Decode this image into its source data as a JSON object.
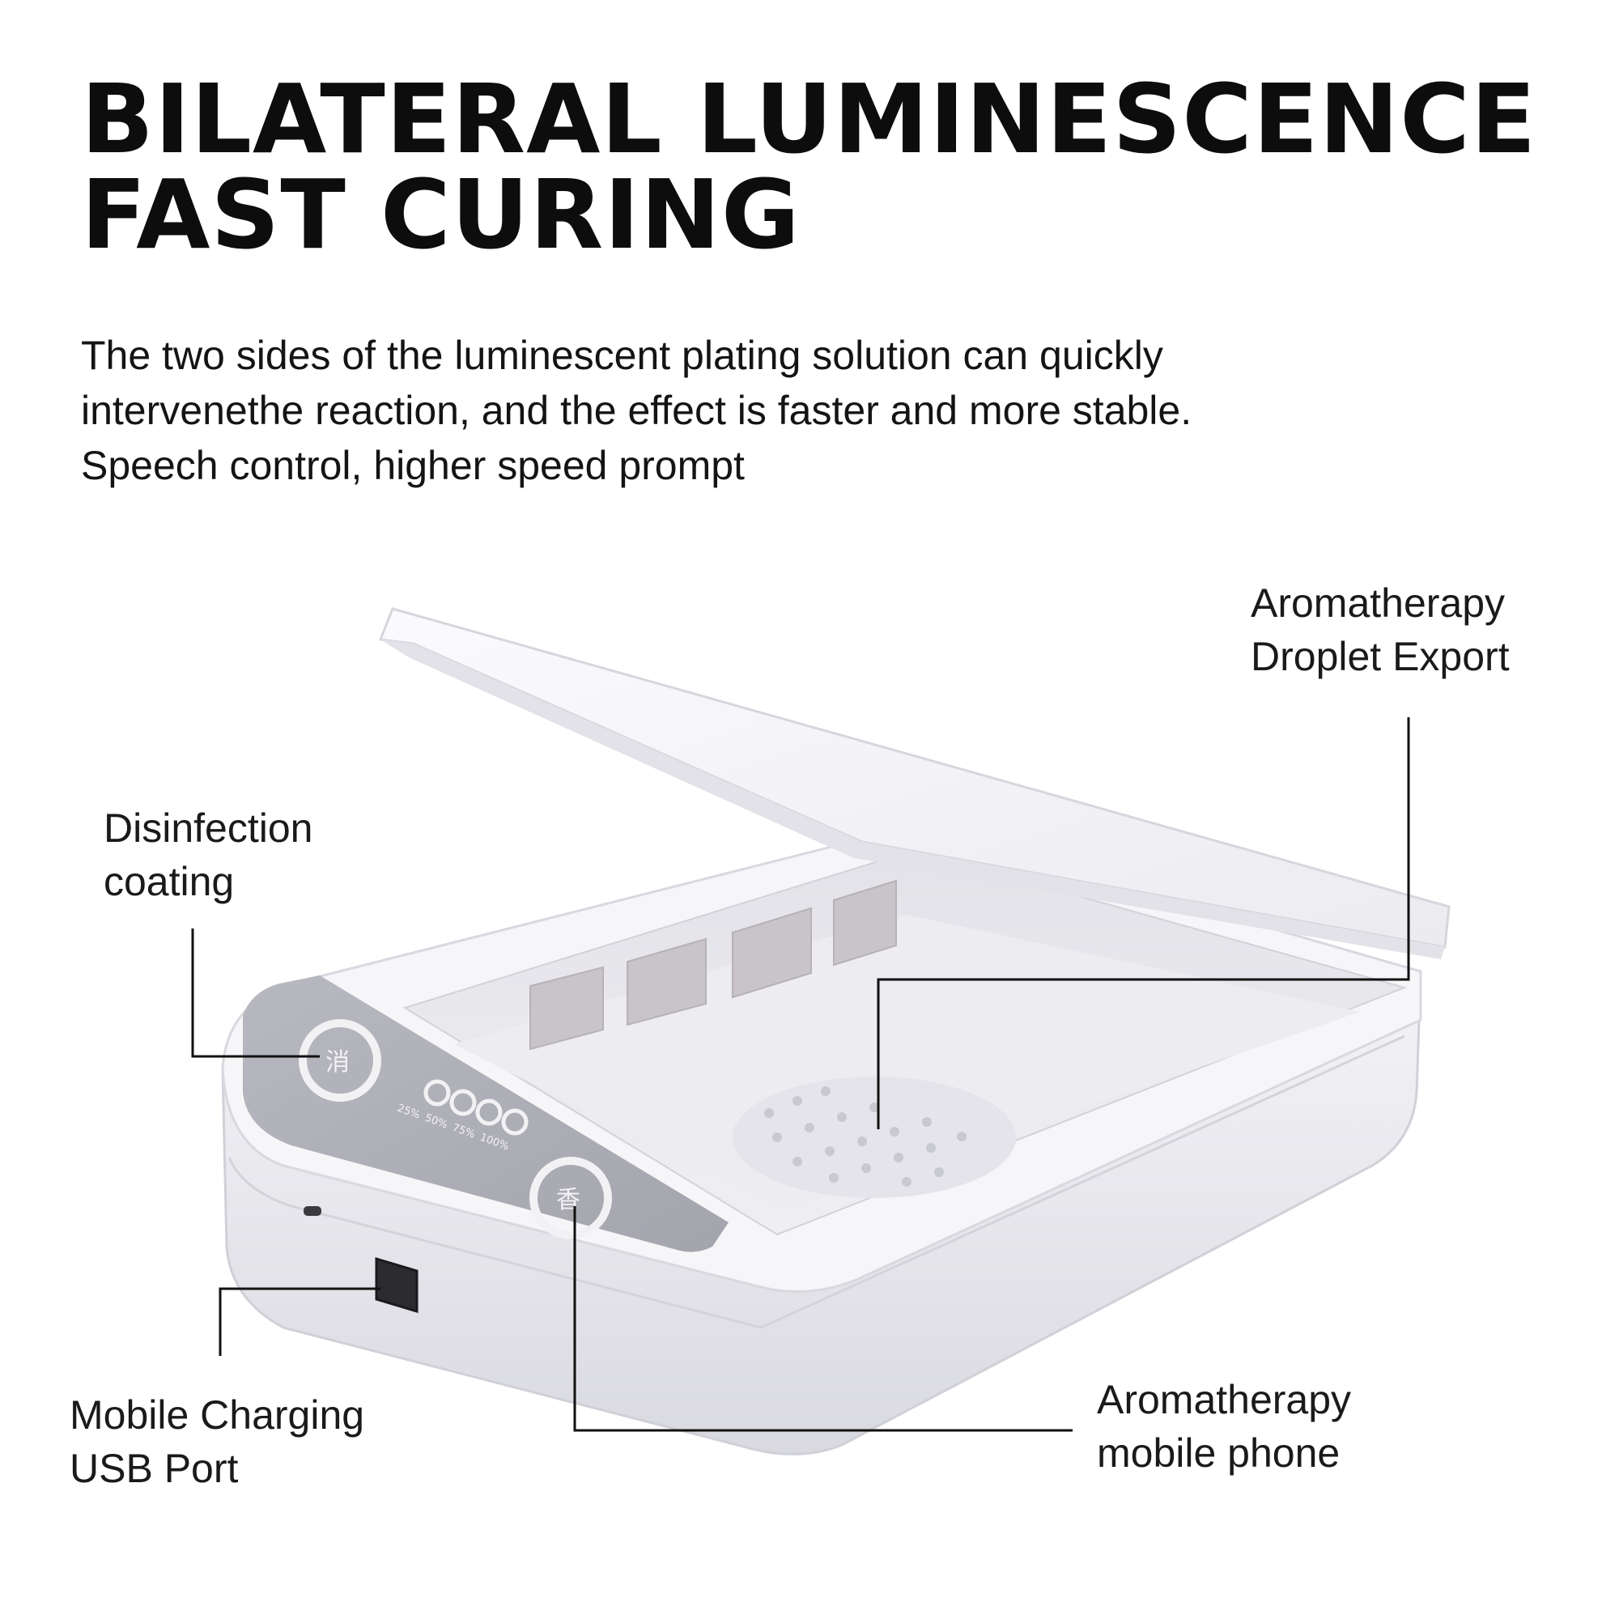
{
  "headline": {
    "line1": "BILATERAL LUMINESCENCE",
    "line2": "FAST CURING"
  },
  "description": {
    "line1": "The two sides of the luminescent plating solution can quickly",
    "line2": "intervenethe reaction, and the effect is faster and more stable.",
    "line3": "Speech control, higher speed prompt"
  },
  "callouts": {
    "disinfection": {
      "line1": "Disinfection",
      "line2": "coating"
    },
    "droplet": {
      "line1": "Aromatherapy",
      "line2": "Droplet Export"
    },
    "usb": {
      "line1": "Mobile Charging",
      "line2": "USB Port"
    },
    "phone": {
      "line1": "Aromatherapy",
      "line2": "mobile phone"
    }
  },
  "device": {
    "indicator_levels": [
      "25%",
      "50%",
      "75%",
      "100%"
    ]
  }
}
